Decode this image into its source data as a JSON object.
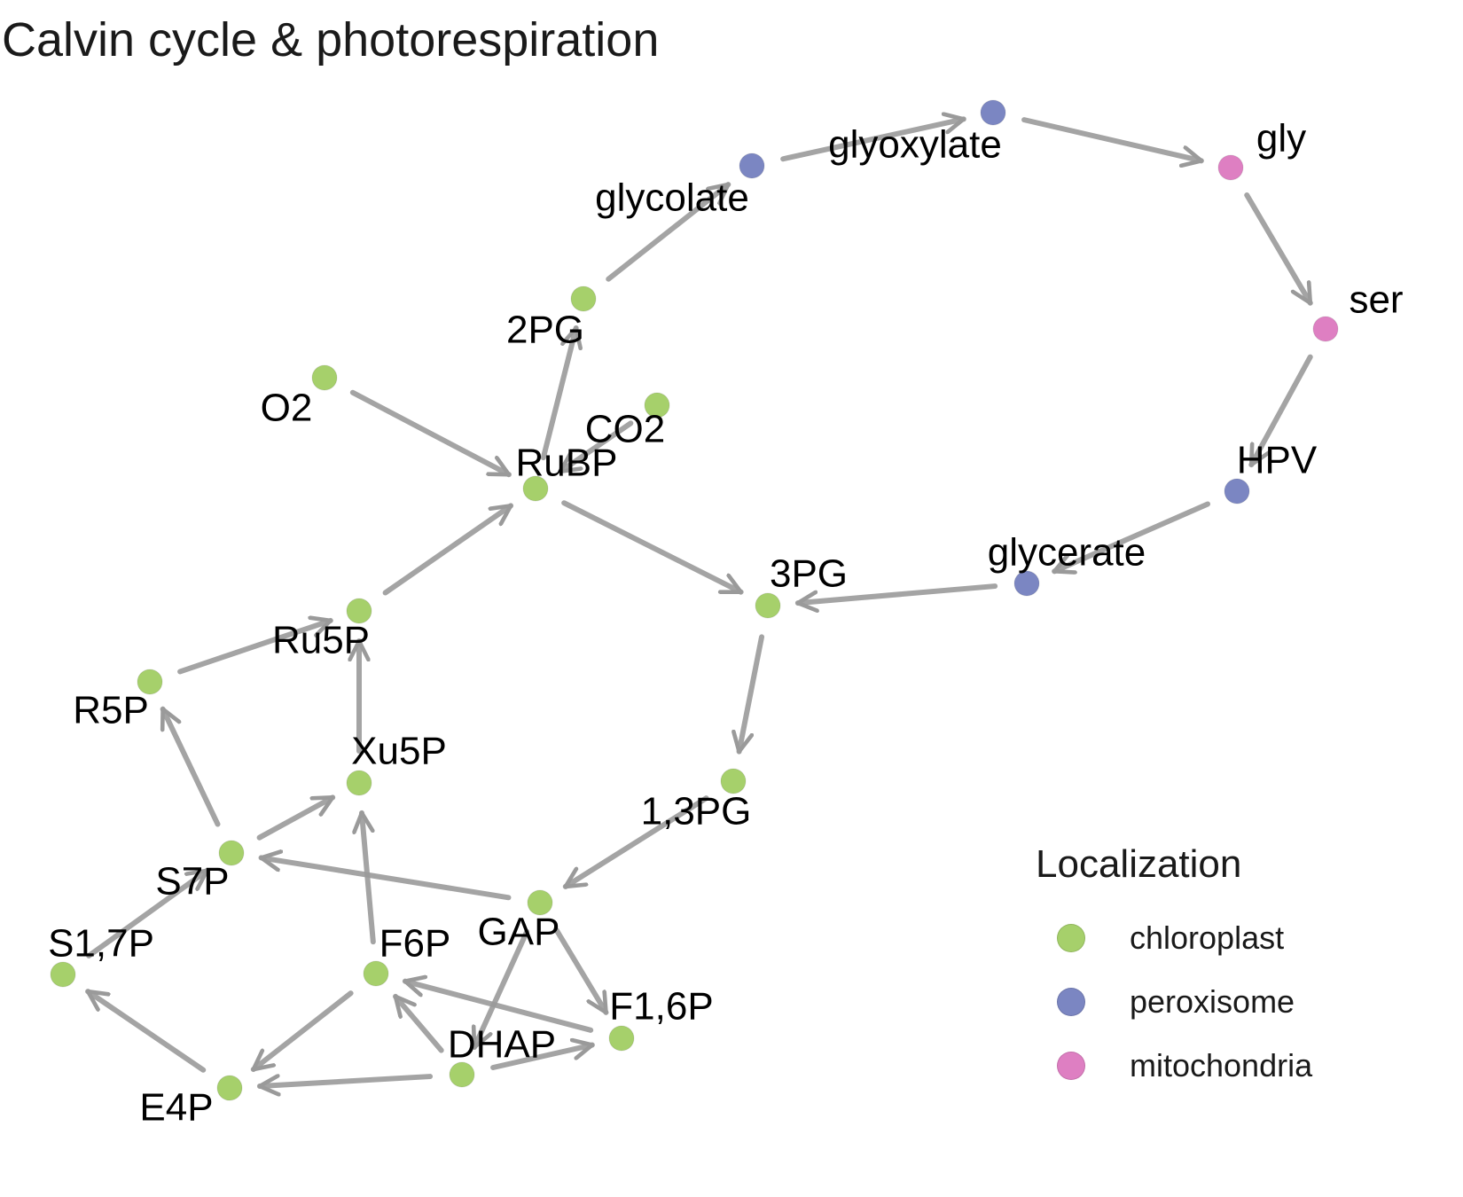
{
  "title": "Calvin cycle & photorespiration",
  "colors": {
    "chloroplast": "#a6d06b",
    "peroxisome": "#7b86c2",
    "mitochondria": "#de7fc2",
    "edge": "#9a9a9a"
  },
  "legend": {
    "title": "Localization",
    "items": [
      {
        "key": "chloroplast",
        "label": "chloroplast"
      },
      {
        "key": "peroxisome",
        "label": "peroxisome"
      },
      {
        "key": "mitochondria",
        "label": "mitochondria"
      }
    ]
  },
  "nodes": [
    {
      "id": "glycolate",
      "label": "glycolate",
      "loc": "peroxisome"
    },
    {
      "id": "glyoxylate",
      "label": "glyoxylate",
      "loc": "peroxisome"
    },
    {
      "id": "gly",
      "label": "gly",
      "loc": "mitochondria"
    },
    {
      "id": "ser",
      "label": "ser",
      "loc": "mitochondria"
    },
    {
      "id": "HPV",
      "label": "HPV",
      "loc": "peroxisome"
    },
    {
      "id": "glycerate",
      "label": "glycerate",
      "loc": "peroxisome"
    },
    {
      "id": "2PG",
      "label": "2PG",
      "loc": "chloroplast"
    },
    {
      "id": "O2",
      "label": "O2",
      "loc": "chloroplast"
    },
    {
      "id": "CO2",
      "label": "CO2",
      "loc": "chloroplast"
    },
    {
      "id": "RuBP",
      "label": "RuBP",
      "loc": "chloroplast"
    },
    {
      "id": "3PG",
      "label": "3PG",
      "loc": "chloroplast"
    },
    {
      "id": "Ru5P",
      "label": "Ru5P",
      "loc": "chloroplast"
    },
    {
      "id": "R5P",
      "label": "R5P",
      "loc": "chloroplast"
    },
    {
      "id": "Xu5P",
      "label": "Xu5P",
      "loc": "chloroplast"
    },
    {
      "id": "1,3PG",
      "label": "1,3PG",
      "loc": "chloroplast"
    },
    {
      "id": "S7P",
      "label": "S7P",
      "loc": "chloroplast"
    },
    {
      "id": "GAP",
      "label": "GAP",
      "loc": "chloroplast"
    },
    {
      "id": "S1,7P",
      "label": "S1,7P",
      "loc": "chloroplast"
    },
    {
      "id": "F6P",
      "label": "F6P",
      "loc": "chloroplast"
    },
    {
      "id": "F1,6P",
      "label": "F1,6P",
      "loc": "chloroplast"
    },
    {
      "id": "DHAP",
      "label": "DHAP",
      "loc": "chloroplast"
    },
    {
      "id": "E4P",
      "label": "E4P",
      "loc": "chloroplast"
    }
  ],
  "edges": [
    [
      "O2",
      "RuBP"
    ],
    [
      "CO2",
      "RuBP"
    ],
    [
      "RuBP",
      "2PG"
    ],
    [
      "RuBP",
      "3PG"
    ],
    [
      "2PG",
      "glycolate"
    ],
    [
      "glycolate",
      "glyoxylate"
    ],
    [
      "glyoxylate",
      "gly"
    ],
    [
      "gly",
      "ser"
    ],
    [
      "ser",
      "HPV"
    ],
    [
      "HPV",
      "glycerate"
    ],
    [
      "glycerate",
      "3PG"
    ],
    [
      "3PG",
      "1,3PG"
    ],
    [
      "1,3PG",
      "GAP"
    ],
    [
      "GAP",
      "S7P"
    ],
    [
      "GAP",
      "F1,6P"
    ],
    [
      "GAP",
      "DHAP"
    ],
    [
      "DHAP",
      "F1,6P"
    ],
    [
      "DHAP",
      "E4P"
    ],
    [
      "DHAP",
      "F6P"
    ],
    [
      "F1,6P",
      "F6P"
    ],
    [
      "F6P",
      "E4P"
    ],
    [
      "F6P",
      "Xu5P"
    ],
    [
      "E4P",
      "S1,7P"
    ],
    [
      "S1,7P",
      "S7P"
    ],
    [
      "S7P",
      "Xu5P"
    ],
    [
      "S7P",
      "R5P"
    ],
    [
      "R5P",
      "Ru5P"
    ],
    [
      "Xu5P",
      "Ru5P"
    ],
    [
      "Ru5P",
      "RuBP"
    ]
  ]
}
